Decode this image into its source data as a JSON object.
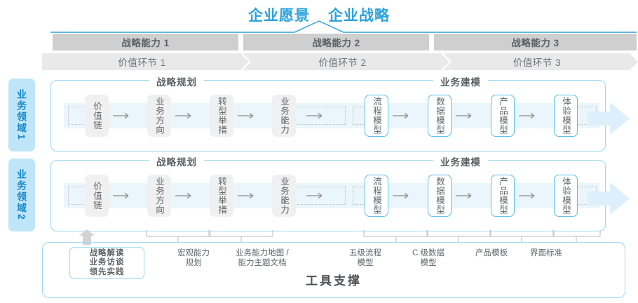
{
  "title": {
    "vision": "企业愿景",
    "strategy": "企业战略"
  },
  "colors": {
    "accent_blue": "#2aa3dd",
    "line_blue": "#5cc0e8",
    "band_blue": "#eaf6fc",
    "tag_blue": "#bfe5f8",
    "cap_gray": "#cfcfcf",
    "value_gray": "#e9e9e9",
    "node_gray": "#f0f0f0",
    "text_gray": "#5f6469"
  },
  "capabilities": [
    {
      "label": "战略能力 1"
    },
    {
      "label": "战略能力 2"
    },
    {
      "label": "战略能力 3"
    }
  ],
  "value_chain": [
    {
      "label": "价值环节 1"
    },
    {
      "label": "价值环节 2"
    },
    {
      "label": "价值环节 3"
    }
  ],
  "domains": [
    {
      "label": "业务领域",
      "num": "1"
    },
    {
      "label": "业务领域",
      "num": "2"
    }
  ],
  "segments": {
    "planning": "战略规划",
    "modeling": "业务建模"
  },
  "nodes": {
    "planning": [
      {
        "label": "价值链",
        "style": "gray"
      },
      {
        "label": "业务方向",
        "style": "gray"
      },
      {
        "label": "转型举措",
        "style": "gray"
      },
      {
        "label": "业务能力",
        "style": "gray"
      }
    ],
    "modeling": [
      {
        "label": "流程模型",
        "style": "blue"
      },
      {
        "label": "数据模型",
        "style": "blue"
      },
      {
        "label": "产品模型",
        "style": "blue"
      },
      {
        "label": "体验模型",
        "style": "blue"
      }
    ]
  },
  "tools": {
    "title": "工具支撑",
    "chip": "战略解读\n业务访谈\n领先实践",
    "labels": [
      {
        "text": "宏观能力\n规划"
      },
      {
        "text": "业务能力地图 /\n能力主题文档"
      },
      {
        "text": "五级流程\n模型"
      },
      {
        "text": "C 级数据\n模型"
      },
      {
        "text": "产品模板"
      },
      {
        "text": "界面标准"
      }
    ]
  }
}
